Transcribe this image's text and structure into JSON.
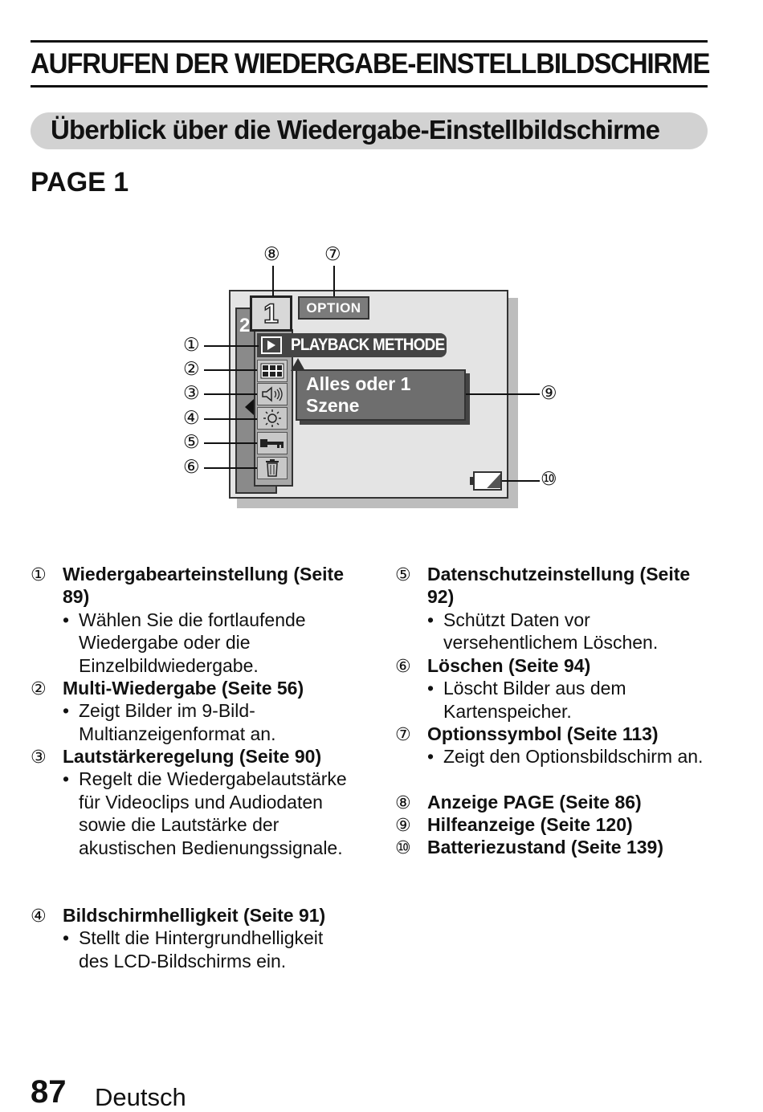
{
  "header": {
    "title": "AUFRUFEN DER WIEDERGABE-EINSTELLBILDSCHIRME",
    "subtitle": "Überblick über die Wiedergabe-Einstellbildschirme",
    "page_label": "PAGE 1"
  },
  "diagram": {
    "page_number": "1",
    "back_page_number": "2",
    "option_label": "OPTION",
    "playback_label": "PLAYBACK METHODE",
    "help_text": "Alles oder 1 Szene",
    "callouts": [
      "①",
      "②",
      "③",
      "④",
      "⑤",
      "⑥",
      "⑦",
      "⑧",
      "⑨",
      "⑩"
    ],
    "icons": [
      "multi-view-icon",
      "speaker-icon",
      "brightness-icon",
      "key-icon",
      "trash-icon"
    ]
  },
  "items_left": [
    {
      "num": "①",
      "title": "Wiedergabearteinstellung (Seite 89)",
      "bullets": [
        "Wählen Sie die fortlaufende Wiedergabe oder die Einzelbildwiedergabe."
      ]
    },
    {
      "num": "②",
      "title": "Multi-Wiedergabe (Seite 56)",
      "bullets": [
        "Zeigt Bilder im 9-Bild-Multianzeigenformat an."
      ]
    },
    {
      "num": "③",
      "title": "Lautstärkeregelung (Seite 90)",
      "bullets": [
        "Regelt die Wiedergabelautstärke für Videoclips und Audiodaten sowie die Lautstärke der akustischen Bedienungssignale."
      ]
    },
    {
      "num": "④",
      "title": "Bildschirmhelligkeit (Seite 91)",
      "bullets": [
        "Stellt die Hintergrundhelligkeit des LCD-Bildschirms ein."
      ]
    }
  ],
  "items_right": [
    {
      "num": "⑤",
      "title": "Datenschutzeinstellung (Seite 92)",
      "bullets": [
        "Schützt Daten vor versehentlichem Löschen."
      ]
    },
    {
      "num": "⑥",
      "title": "Löschen (Seite 94)",
      "bullets": [
        "Löscht Bilder aus dem Kartenspeicher."
      ]
    },
    {
      "num": "⑦",
      "title": "Optionssymbol (Seite 113)",
      "bullets": [
        "Zeigt den Optionsbildschirm an."
      ]
    },
    {
      "num": "⑧",
      "title": "Anzeige PAGE (Seite 86)",
      "bullets": []
    },
    {
      "num": "⑨",
      "title": "Hilfeanzeige (Seite 120)",
      "bullets": []
    },
    {
      "num": "⑩",
      "title": "Batteriezustand (Seite 139)",
      "bullets": []
    }
  ],
  "footer": {
    "page_number": "87",
    "language": "Deutsch"
  }
}
